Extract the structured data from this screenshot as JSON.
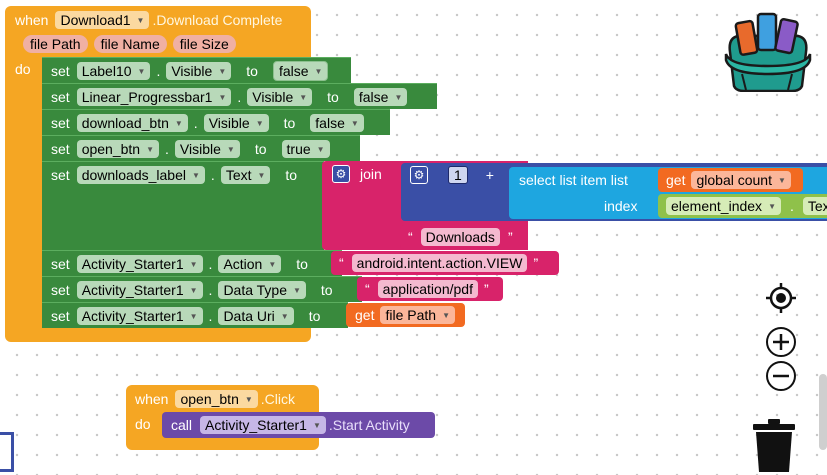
{
  "event1": {
    "when": "when",
    "component": "Download1",
    "event": ".Download Complete",
    "params": [
      "file Path",
      "file Name",
      "file Size"
    ],
    "do": "do"
  },
  "statements": [
    {
      "set": "set",
      "component": "Label10",
      "dot": ".",
      "property": "Visible",
      "to": "to",
      "value": "false"
    },
    {
      "set": "set",
      "component": "Linear_Progressbar1",
      "dot": ".",
      "property": "Visible",
      "to": "to",
      "value": "false"
    },
    {
      "set": "set",
      "component": "download_btn",
      "dot": ".",
      "property": "Visible",
      "to": "to",
      "value": "false"
    },
    {
      "set": "set",
      "component": "open_btn",
      "dot": ".",
      "property": "Visible",
      "to": "to",
      "value": "true"
    },
    {
      "set": "set",
      "component": "downloads_label",
      "dot": ".",
      "property": "Text",
      "to": "to"
    },
    {
      "set": "set",
      "component": "Activity_Starter1",
      "dot": ".",
      "property": "Action",
      "to": "to",
      "value": "android.intent.action.VIEW"
    },
    {
      "set": "set",
      "component": "Activity_Starter1",
      "dot": ".",
      "property": "Data Type",
      "to": "to",
      "value": "application/pdf"
    },
    {
      "set": "set",
      "component": "Activity_Starter1",
      "dot": ".",
      "property": "Data Uri",
      "to": "to",
      "get": "get",
      "var": "file Path"
    }
  ],
  "join_block": {
    "label": "join",
    "number": "1",
    "plus": "+",
    "select_label": "select list item  list",
    "get": "get",
    "global_var": "global count",
    "index_label": "index",
    "element_index": "element_index",
    "dot": ".",
    "text_prop": "Text",
    "downloads_text": "Downloads",
    "quote": "“",
    "endquote": "”"
  },
  "event2": {
    "when": "when",
    "component": "open_btn",
    "event": ".Click",
    "do": "do",
    "call": "call",
    "call_component": "Activity_Starter1",
    "method": ".Start Activity"
  },
  "colors": {
    "event": "#f5a623",
    "control": "#398a3d",
    "logic": "#5b80a5",
    "text": "#d8236a",
    "math": "#3a4fa6",
    "list": "#1ea6e0",
    "variable": "#f26a21",
    "component": "#6c4aa8"
  }
}
